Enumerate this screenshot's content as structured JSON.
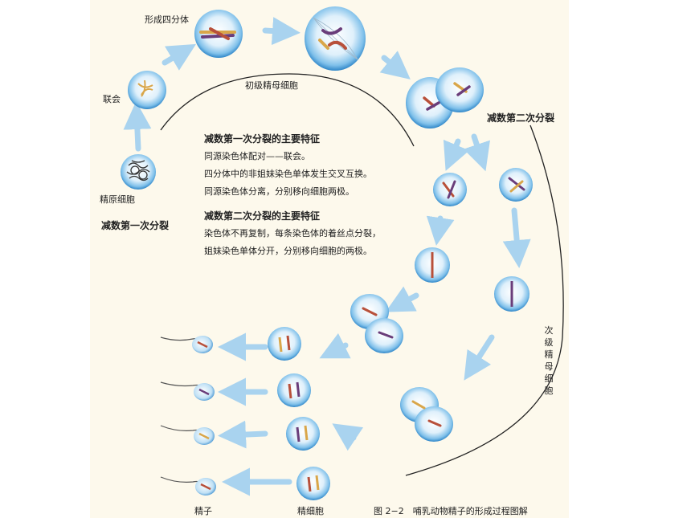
{
  "labels": {
    "tetrad": "形成四分体",
    "synapsis": "联会",
    "primary_spermatocyte": "初级精母细胞",
    "spermatogonium": "精原细胞",
    "meiosis_one": "减数第一次分裂",
    "meiosis_two": "减数第二次分裂",
    "secondary_spermatocyte": "次级精母细胞",
    "sperm": "精子",
    "spermatid": "精细胞",
    "figure_caption": "图 2−2　哺乳动物精子的形成过程图解"
  },
  "notes": {
    "meiosis_one": {
      "heading": "减数第一次分裂的主要特征",
      "lines": [
        "同源染色体配对——联会。",
        "四分体中的非姐妹染色单体发生交叉互换。",
        "同源染色体分离，分别移向细胞两极。"
      ]
    },
    "meiosis_two": {
      "heading": "减数第二次分裂的主要特征",
      "lines": [
        "染色体不再复制，每条染色体的着丝点分裂，",
        "姐妹染色单体分开，分别移向细胞的两极。"
      ]
    }
  },
  "colors": {
    "cell_fill": "#cfe8f8",
    "cell_edge": "#3d8fcf",
    "arrow": "#a9d3ef",
    "chromosome_red": "#b8503a",
    "chromosome_purple": "#6a3d7a",
    "chromosome_yellow": "#d9a64a"
  }
}
